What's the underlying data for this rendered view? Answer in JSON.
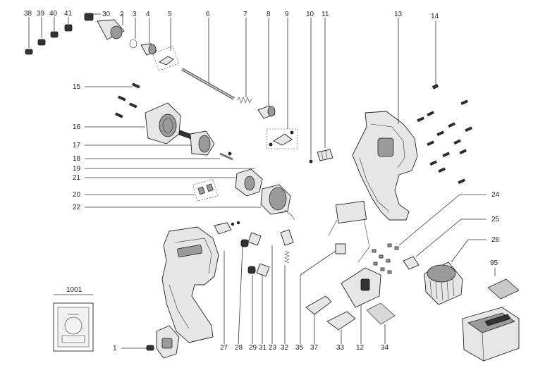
{
  "labels": {
    "p38": "38",
    "p39": "39",
    "p40": "40",
    "p41": "41",
    "p30": "30",
    "p2": "2",
    "p3": "3",
    "p4": "4",
    "p5": "5",
    "p6": "6",
    "p7": "7",
    "p8": "8",
    "p9": "9",
    "p10": "10",
    "p11": "11",
    "p13": "13",
    "p14": "14",
    "p15": "15",
    "p16": "16",
    "p17": "17",
    "p18": "18",
    "p19": "19",
    "p21": "21",
    "p20": "20",
    "p22": "22",
    "p24": "24",
    "p25": "25",
    "p26": "26",
    "p95": "95",
    "p1001": "1001",
    "p1": "1",
    "p27": "27",
    "p28": "28",
    "p29": "29",
    "p31": "31",
    "p23": "23",
    "p32": "32",
    "p35": "35",
    "p37": "37",
    "p33": "33",
    "p12": "12",
    "p34": "34"
  }
}
